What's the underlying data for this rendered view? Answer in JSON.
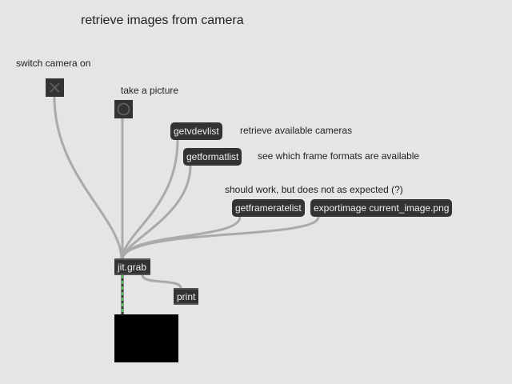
{
  "title": "retrieve images from camera",
  "comments": {
    "switch_camera": "switch camera on",
    "take_picture": "take a picture",
    "retrieve_cameras": "retrieve available cameras",
    "frame_formats": "see which frame formats are available",
    "should_work": "should work, but does not as expected (?)"
  },
  "messages": {
    "getvdevlist": "getvdevlist",
    "getformatlist": "getformatlist",
    "getframeratelist": "getframeratelist",
    "exportimage": "exportimage current_image.png"
  },
  "objects": {
    "jitgrab": "jit.grab",
    "print": "print"
  },
  "colors": {
    "background": "#e5e5e5",
    "box": "#333333",
    "video_cord": "#4caf50"
  }
}
